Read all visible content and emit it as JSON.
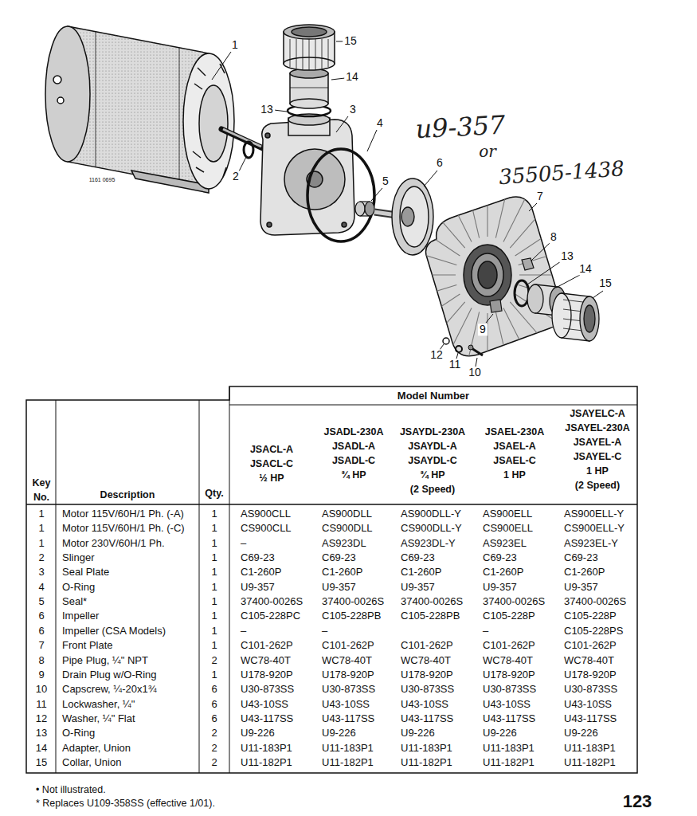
{
  "diagram": {
    "labels": [
      "1",
      "15",
      "14",
      "13",
      "3",
      "4",
      "5",
      "6",
      "2",
      "7",
      "8",
      "13",
      "14",
      "15",
      "9",
      "12",
      "11",
      "10",
      "1161 0695",
      "u9-357",
      "or",
      "35505-1438",
      "Model Number",
      "JSACL-A",
      "JSACL-C",
      "½ HP",
      "JSADL-230A",
      "JSADL-A",
      "JSADL-C",
      "¾ HP",
      "JSAYDL-230A",
      "JSAYDL-A",
      "JSAYDL-C",
      "¾ HP",
      "(2 Speed)",
      "JSAEL-230A",
      "JSAEL-A",
      "JSAEL-C",
      "1 HP",
      "JSAYELC-A",
      "JSAYEL-230A",
      "JSAYEL-A",
      "JSAYEL-C",
      "1 HP",
      "(2 Speed)",
      "Key",
      "No.",
      "Description",
      "Qty.",
      "1",
      "Motor 115V/60H/1 Ph. (-A)",
      "1",
      "AS900CLL",
      "AS900DLL",
      "AS900DLL-Y",
      "AS900ELL",
      "AS900ELL-Y",
      "1",
      "Motor 115V/60H/1 Ph. (-C)",
      "1",
      "CS900CLL",
      "CS900DLL",
      "CS900DLL-Y",
      "CS900ELL",
      "CS900ELL-Y",
      "1",
      "Motor 230V/60H/1 Ph.",
      "1",
      "–",
      "AS923DL",
      "AS923DL-Y",
      "AS923EL",
      "AS923EL-Y",
      "2",
      "Slinger",
      "1",
      "C69-23",
      "C69-23",
      "C69-23",
      "C69-23",
      "C69-23",
      "3",
      "Seal Plate",
      "1",
      "C1-260P",
      "C1-260P",
      "C1-260P",
      "C1-260P",
      "C1-260P",
      "4",
      "O-Ring",
      "1",
      "U9-357",
      "U9-357",
      "U9-357",
      "U9-357",
      "U9-357",
      "5",
      "Seal*",
      "1",
      "37400-0026S",
      "37400-0026S",
      "37400-0026S",
      "37400-0026S",
      "37400-0026S",
      "6",
      "Impeller",
      "1",
      "C105-228PC",
      "C105-228PB",
      "C105-228PB",
      "C105-228P",
      "C105-228P",
      "6",
      "Impeller (CSA Models)",
      "1",
      "–",
      "–",
      "–",
      "C105-228PS",
      "7",
      "Front Plate",
      "1",
      "C101-262P",
      "C101-262P",
      "C101-262P",
      "C101-262P",
      "C101-262P",
      "8",
      "Pipe Plug, ¼\" NPT",
      "2",
      "WC78-40T",
      "WC78-40T",
      "WC78-40T",
      "WC78-40T",
      "WC78-40T",
      "9",
      "Drain Plug w/O-Ring",
      "1",
      "U178-920P",
      "U178-920P",
      "U178-920P",
      "U178-920P",
      "U178-920P",
      "10",
      "Capscrew, ¼-20x1¾",
      "6",
      "U30-873SS",
      "U30-873SS",
      "U30-873SS",
      "U30-873SS",
      "U30-873SS",
      "11",
      "Lockwasher, ¼\"",
      "6",
      "U43-10SS",
      "U43-10SS",
      "U43-10SS",
      "U43-10SS",
      "U43-10SS",
      "12",
      "Washer, ¼\" Flat",
      "6",
      "U43-117SS",
      "U43-117SS",
      "U43-117SS",
      "U43-117SS",
      "U43-117SS",
      "13",
      "O-Ring",
      "2",
      "U9-226",
      "U9-226",
      "U9-226",
      "U9-226",
      "U9-226",
      "14",
      "Adapter, Union",
      "2",
      "U11-183P1",
      "U11-183P1",
      "U11-183P1",
      "U11-183P1",
      "U11-183P1",
      "15",
      "Collar, Union",
      "2",
      "U11-182P1",
      "U11-182P1",
      "U11-182P1",
      "U11-182P1",
      "U11-182P1",
      "• Not illustrated.",
      "* Replaces U109-358SS (effective 1/01).",
      "123"
    ]
  }
}
